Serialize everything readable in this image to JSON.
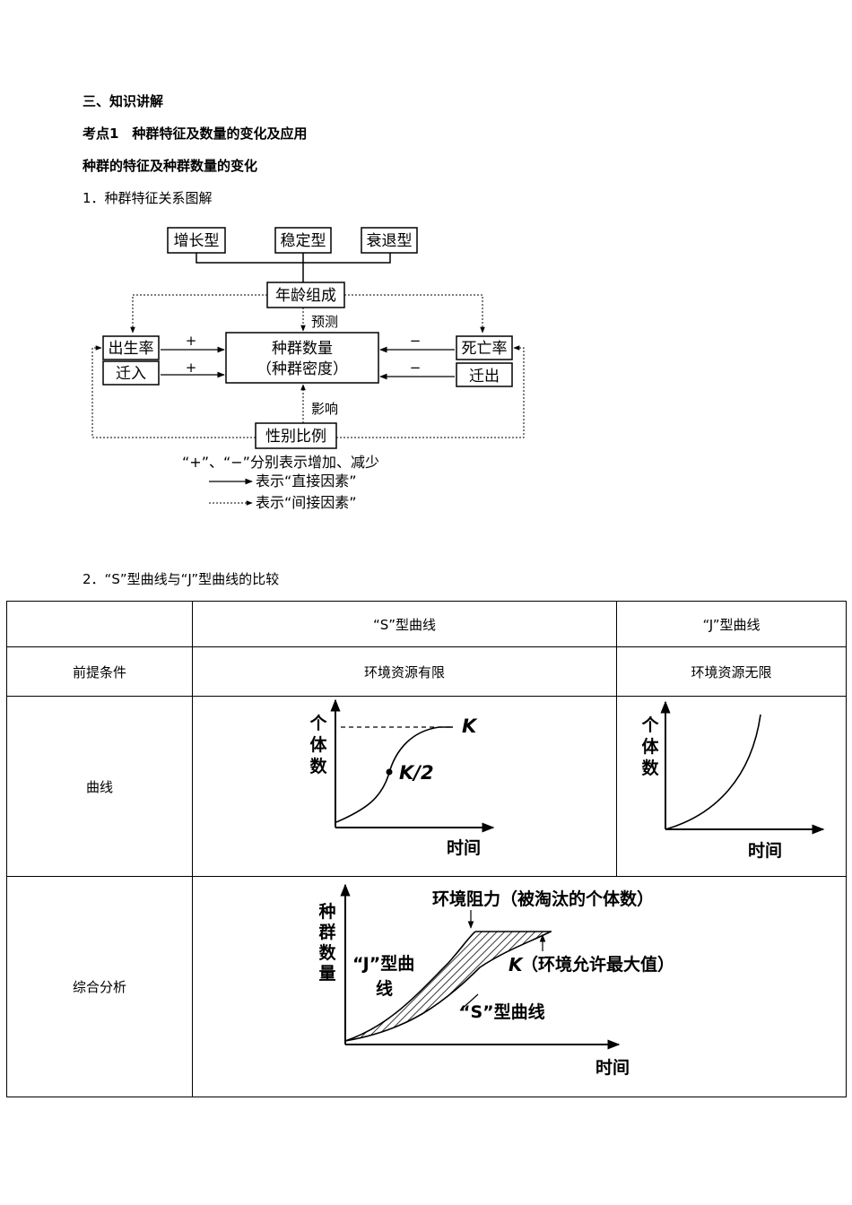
{
  "headings": {
    "section": "三、知识讲解",
    "point": "考点1　种群特征及数量的变化及应用",
    "sub": "种群的特征及种群数量的变化",
    "item1": "1．种群特征关系图解",
    "item2": "2．“S”型曲线与“J”型曲线的比较"
  },
  "diagram": {
    "top_boxes": [
      "增长型",
      "稳定型",
      "衰退型"
    ],
    "age": "年龄组成",
    "predict": "预测",
    "birth": "出生率",
    "immigrate": "迁入",
    "center_line1": "种群数量",
    "center_line2": "（种群密度）",
    "death": "死亡率",
    "emigrate": "迁出",
    "influence": "影响",
    "sex_ratio": "性别比例",
    "plus": "+",
    "minus": "−",
    "legend_sign": "“+”、“−”分别表示增加、减少",
    "legend_direct": "表示“直接因素”",
    "legend_indirect": "表示“间接因素”"
  },
  "table": {
    "header": [
      "",
      "“S”型曲线",
      "“J”型曲线"
    ],
    "row_premise": [
      "前提条件",
      "环境资源有限",
      "环境资源无限"
    ],
    "row_curve_label": "曲线",
    "row_analysis_label": "综合分析",
    "s_plot": {
      "ylabel": [
        "个",
        "体",
        "数"
      ],
      "xlabel": "时间",
      "k": "K",
      "k2": "K/2"
    },
    "j_plot": {
      "ylabel": [
        "个",
        "体",
        "数"
      ],
      "xlabel": "时间"
    },
    "a_plot": {
      "ylabel": [
        "种",
        "群",
        "数",
        "量"
      ],
      "xlabel": "时间",
      "resistance": "环境阻力（被淘汰的个体数）",
      "k_label": "K",
      "k_text": "（环境允许最大值）",
      "j_label_1": "“J”型曲",
      "j_label_2": "线",
      "s_label": "“S”型曲线"
    }
  }
}
